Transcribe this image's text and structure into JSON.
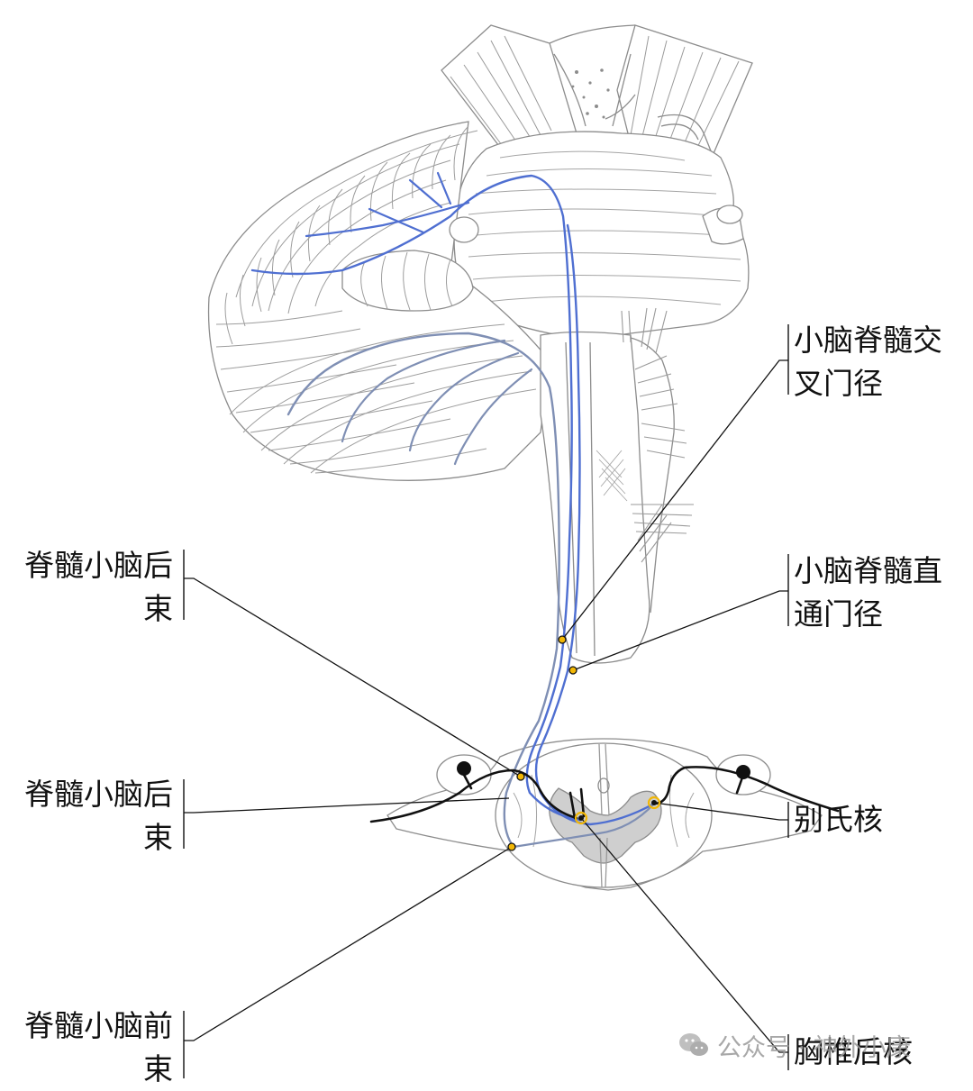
{
  "labels": {
    "crossed_pathway": [
      "小脑脊髓交",
      "叉门径"
    ],
    "direct_pathway": [
      "小脑脊髓直",
      "通门径"
    ],
    "posterior_tract_upper": [
      "脊髓小脑后",
      "束"
    ],
    "posterior_tract_lower": [
      "脊髓小脑后",
      "束"
    ],
    "clarke_nucleus": [
      "别氏核"
    ],
    "anterior_tract": [
      "脊髓小脑前",
      "束"
    ],
    "thoracic_posterior_nucleus": [
      "胸椎后核"
    ]
  },
  "watermark": "公众号 · 神外小康",
  "colors": {
    "outline": "#8c8c8c",
    "tract_blue": "#4f6fd1",
    "tract_grey": "#7f8fb4",
    "nerve": "#111111",
    "marker": "#f2b705",
    "grey_matter": "#cfcfcf",
    "leader_line": "#111111"
  }
}
